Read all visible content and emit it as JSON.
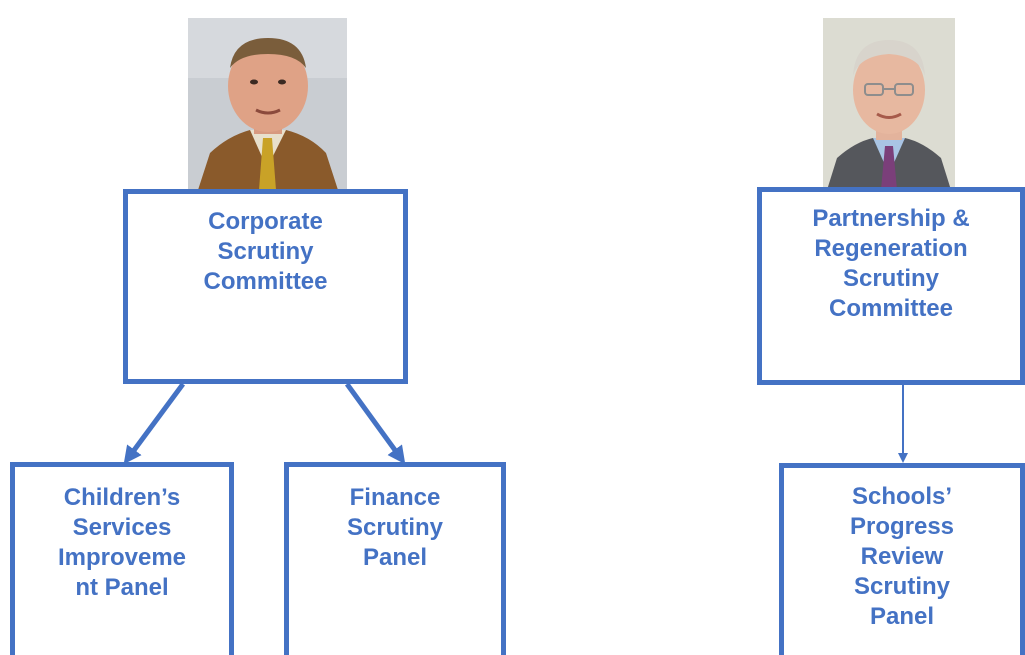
{
  "colors": {
    "accent": "#4472c4",
    "background": "#ffffff"
  },
  "nodes": {
    "corporate": {
      "label": "Corporate\nScrutiny\nCommittee"
    },
    "partnership": {
      "label": "Partnership &\nRegeneration\nScrutiny\nCommittee"
    },
    "childrens": {
      "label": "Children’s\nServices\nImproveme\nnt Panel"
    },
    "finance": {
      "label": "Finance\nScrutiny\nPanel"
    },
    "schools": {
      "label": "Schools’\nProgress\nReview\nScrutiny\nPanel"
    }
  },
  "edges": [
    {
      "from": "corporate",
      "to": "childrens"
    },
    {
      "from": "corporate",
      "to": "finance"
    },
    {
      "from": "partnership",
      "to": "schools"
    }
  ],
  "photos": [
    {
      "name": "chair-photo-left",
      "hair": "#7a5d3b",
      "jacket": "#8a5a2b",
      "tie": "#c9a227",
      "shirt": "#e8e0cc"
    },
    {
      "name": "chair-photo-right",
      "hair": "#d8d4cc",
      "jacket": "#55575c",
      "tie": "#7b3f7a",
      "shirt": "#a9c4e4"
    }
  ]
}
